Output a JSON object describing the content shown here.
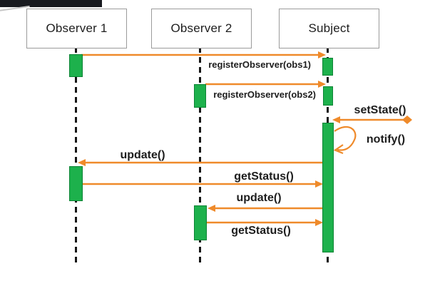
{
  "actors": [
    {
      "label": "Observer 1"
    },
    {
      "label": "Observer 2"
    },
    {
      "label": "Subject"
    }
  ],
  "messages": {
    "register_obs1": {
      "label": "registerObserver(obs1)",
      "from": "Observer 1",
      "to": "Subject"
    },
    "register_obs2": {
      "label": "registerObserver(obs2)",
      "from": "Observer 2",
      "to": "Subject"
    },
    "set_state": {
      "label": "setState()",
      "from": "external",
      "to": "Subject"
    },
    "notify": {
      "label": "notify()",
      "from": "Subject",
      "to": "Subject"
    },
    "update_obs1": {
      "label": "update()",
      "from": "Subject",
      "to": "Observer 1"
    },
    "get_status_obs1": {
      "label": "getStatus()",
      "from": "Observer 1",
      "to": "Subject"
    },
    "update_obs2": {
      "label": "update()",
      "from": "Subject",
      "to": "Observer 2"
    },
    "get_status_obs2": {
      "label": "getStatus()",
      "from": "Observer 2",
      "to": "Subject"
    }
  },
  "colors": {
    "arrow": "#ef8a2a",
    "activation_fill": "#1db14c",
    "activation_border": "#0c8334",
    "lifeline": "#161616",
    "box_border": "#9b9b9b",
    "text": "#1d1d1d",
    "overlay_bar": "#181a1f"
  }
}
